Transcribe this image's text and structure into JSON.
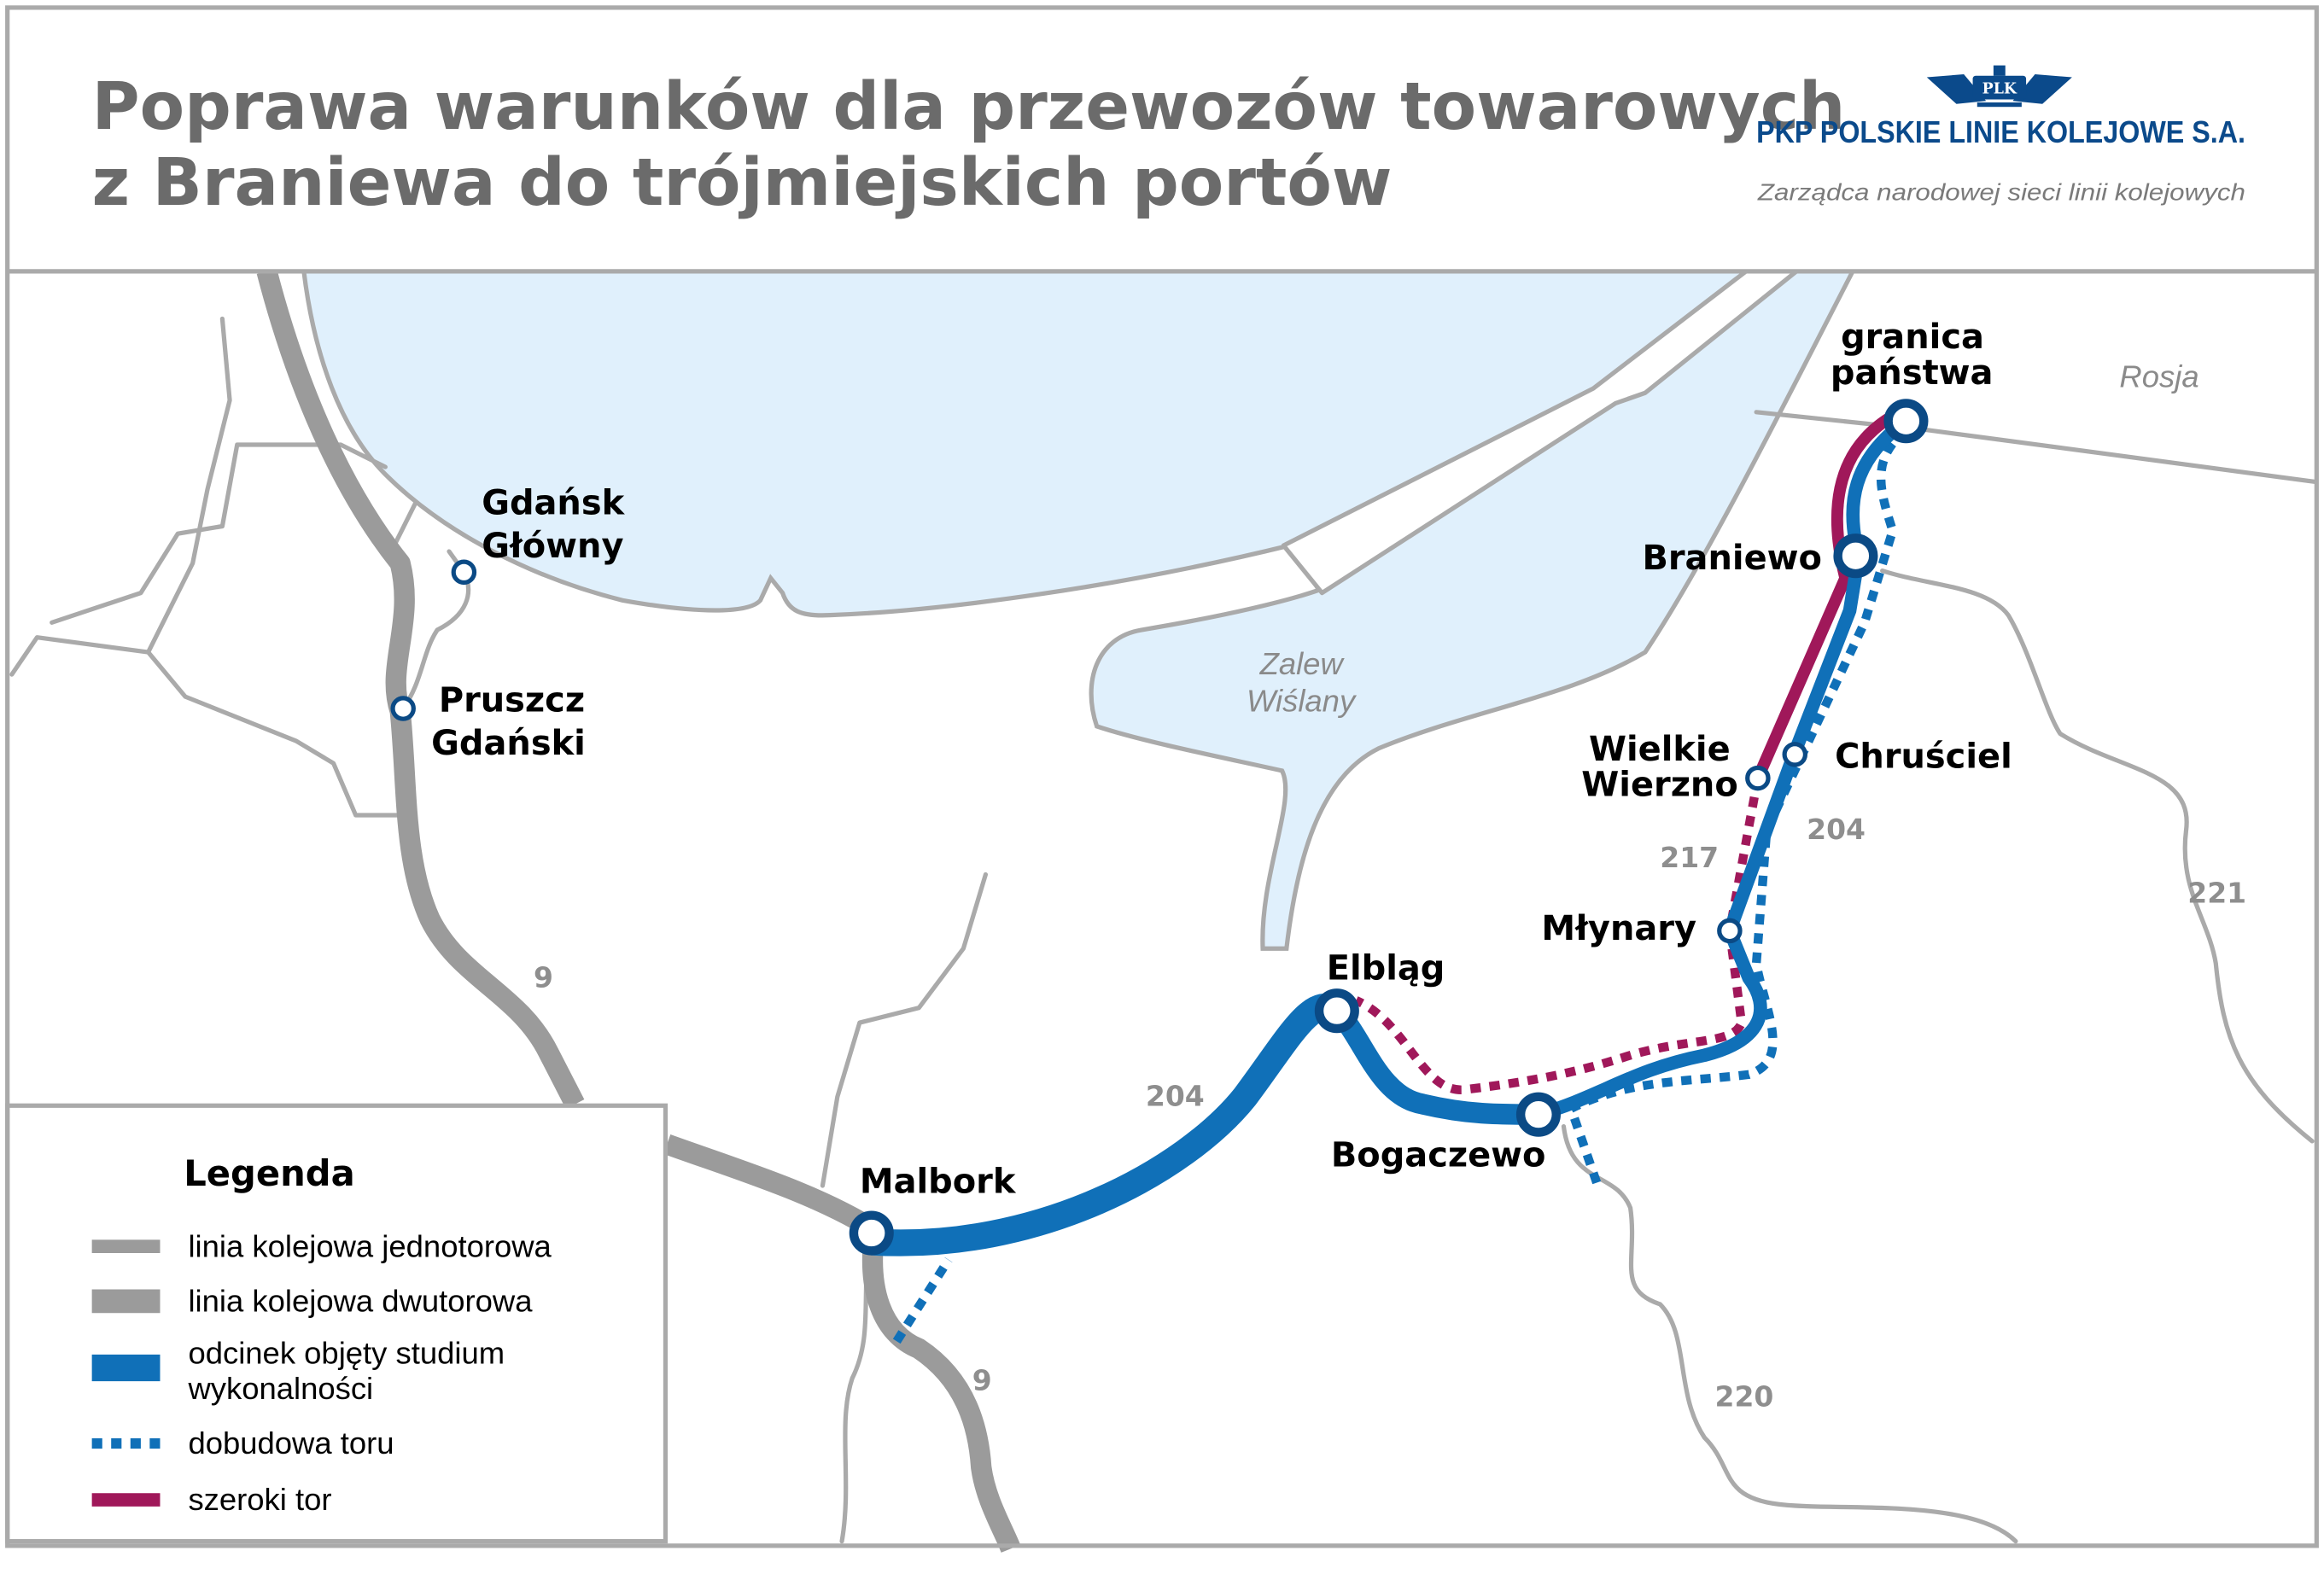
{
  "header": {
    "title_line1": "Poprawa warunków dla przewozów towarowych",
    "title_line2": "z Braniewa do trójmiejskich portów",
    "logo_emblem": "PLK",
    "logo_name": "PKP POLSKIE LINIE KOLEJOWE S.A.",
    "logo_tagline": "Zarządca narodowej sieci linii kolejowych"
  },
  "colors": {
    "study_section": "#1070b8",
    "broad_gauge": "#a0185a",
    "station_ring": "#0b4a85",
    "existing_line": "#9b9b9b",
    "water": "#e0f0fc"
  },
  "map": {
    "geo_labels": {
      "russia": "Rosja",
      "lagoon_line1": "Zalew",
      "lagoon_line2": "Wiślany"
    },
    "stations": {
      "border_line1": "granica",
      "border_line2": "państwa",
      "braniewo": "Braniewo",
      "wielkie_wierzno_line1": "Wielkie",
      "wielkie_wierzno_line2": "Wierzno",
      "chrusciel": "Chruściel",
      "mlynary": "Młynary",
      "elblag": "Elbląg",
      "bogaczewo": "Bogaczewo",
      "malbork": "Malbork",
      "gdansk_line1": "Gdańsk",
      "gdansk_line2": "Główny",
      "pruszcz_line1": "Pruszcz",
      "pruszcz_line2": "Gdański"
    },
    "line_numbers": {
      "l9_north": "9",
      "l9_south": "9",
      "l204_west": "204",
      "l204_east": "204",
      "l217": "217",
      "l220": "220",
      "l221": "221"
    }
  },
  "legend": {
    "title": "Legenda",
    "items": [
      {
        "label": "linia kolejowa jednotorowa"
      },
      {
        "label": "linia kolejowa dwutorowa"
      },
      {
        "label_line1": "odcinek objęty studium",
        "label_line2": "wykonalności"
      },
      {
        "label": "dobudowa toru"
      },
      {
        "label": "szeroki tor"
      }
    ]
  }
}
